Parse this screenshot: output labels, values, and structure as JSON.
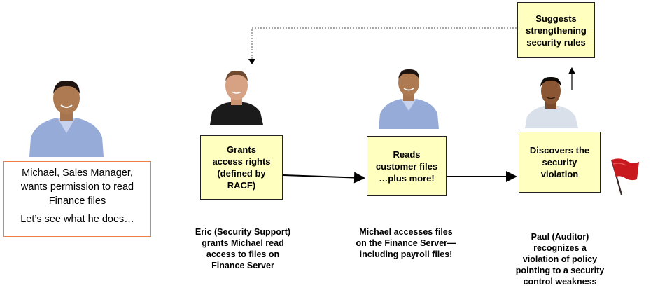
{
  "intro": {
    "line1": "Michael, Sales Manager,",
    "line2": "wants permission to read",
    "line3": "Finance files",
    "line4": "Let’s see what he does…"
  },
  "boxes": {
    "grants": [
      "Grants",
      "access rights",
      "(defined by",
      "RACF)"
    ],
    "reads": [
      "Reads",
      "customer files",
      "…plus more!"
    ],
    "discovers": [
      "Discovers the",
      "security",
      "violation"
    ],
    "suggests": [
      "Suggests",
      "strengthening",
      "security rules"
    ]
  },
  "captions": {
    "eric": [
      "Eric (Security Support)",
      "grants Michael read",
      "access to files on",
      "Finance Server"
    ],
    "michael": [
      "Michael  accesses files",
      "on the Finance Server—",
      "including payroll files!"
    ],
    "paul": [
      "Paul  (Auditor)",
      "recognizes a",
      "violation of policy",
      "pointing to a  security",
      "control weakness"
    ]
  },
  "colors": {
    "box_fill": "#ffffc0",
    "intro_border": "#f07f4a",
    "flag": "#c8191e"
  },
  "icons": [
    "michael-photo",
    "eric-photo",
    "paul-photo",
    "red-flag-icon"
  ]
}
